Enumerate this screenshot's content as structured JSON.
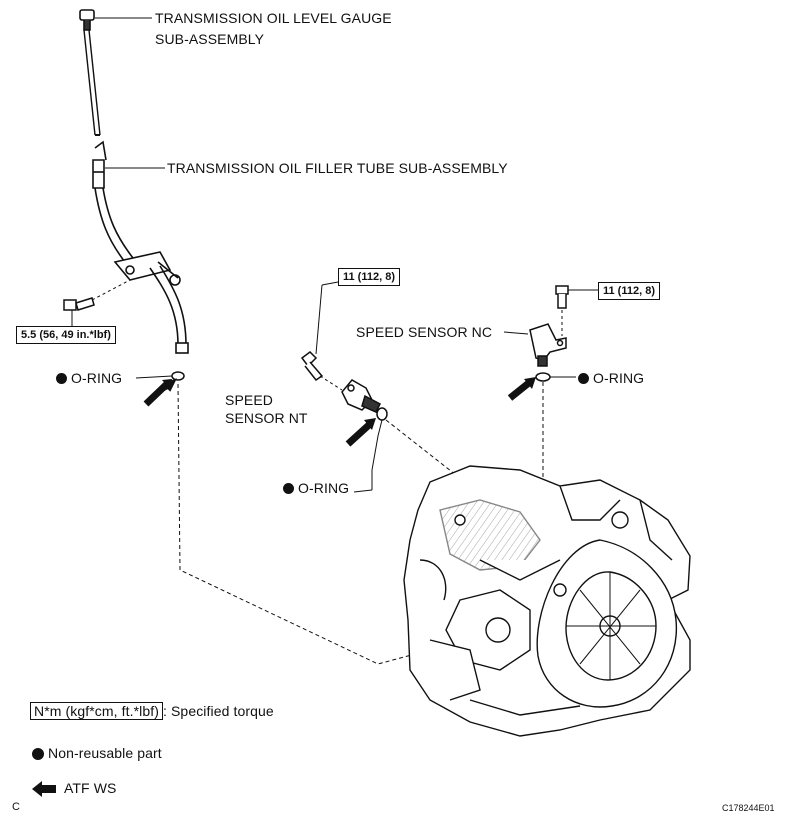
{
  "labels": {
    "gauge_line1": "TRANSMISSION OIL LEVEL GAUGE",
    "gauge_line2": "SUB-ASSEMBLY",
    "filler_tube": "TRANSMISSION OIL FILLER TUBE SUB-ASSEMBLY",
    "speed_nc": "SPEED SENSOR NC",
    "speed_nt_line1": "SPEED",
    "speed_nt_line2": "SENSOR NT",
    "oring_left": "O-RING",
    "oring_right": "O-RING",
    "oring_mid": "O-RING"
  },
  "torques": {
    "filler_bolt": "5.5 (56, 49 in.*lbf)",
    "nt_bolt": "11 (112, 8)",
    "nc_bolt": "11 (112, 8)"
  },
  "legend": {
    "torque_box": "N*m (kgf*cm, ft.*lbf)",
    "torque_text": ": Specified torque",
    "nonreusable": "Non-reusable part",
    "atf": "ATF WS"
  },
  "corner": {
    "left": "C",
    "code": "C178244E01"
  }
}
